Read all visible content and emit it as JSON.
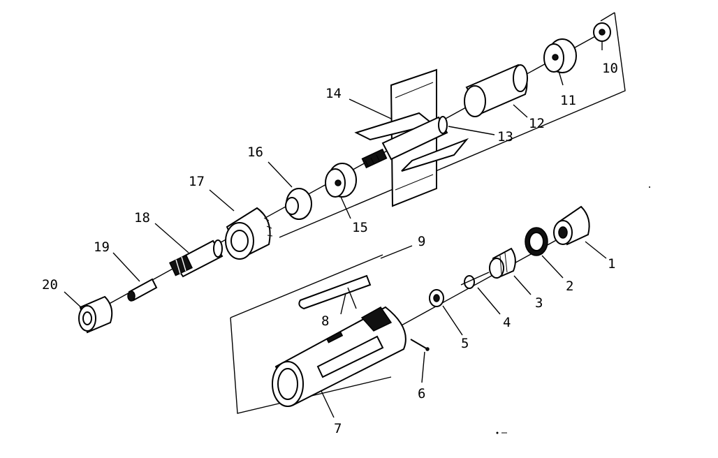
{
  "labels": {
    "p1": "1",
    "p2": "2",
    "p3": "3",
    "p4": "4",
    "p5": "5",
    "p6": "6",
    "p7": "7",
    "p8": "8",
    "p9": "9",
    "p10": "10",
    "p11": "11",
    "p12": "12",
    "p13": "13",
    "p14": "14",
    "p15": "15",
    "p16": "16",
    "p17": "17",
    "p18": "18",
    "p19": "19",
    "p20": "20"
  }
}
